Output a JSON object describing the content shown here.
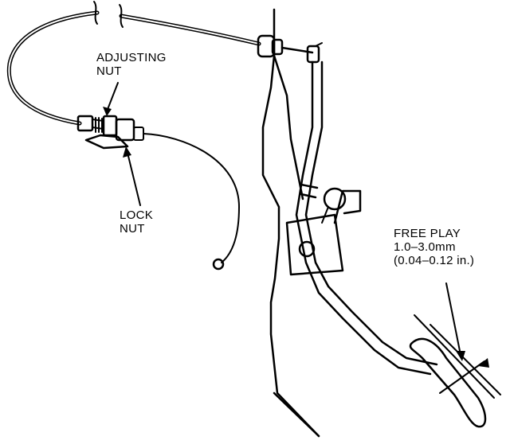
{
  "labels": {
    "adjusting_nut": [
      "ADJUSTING",
      "NUT"
    ],
    "lock_nut": [
      "LOCK",
      "NUT"
    ],
    "free_play": [
      "FREE PLAY",
      "1.0–3.0mm",
      "(0.04–0.12 in.)"
    ]
  },
  "colors": {
    "ink": "#000000",
    "paper": "#ffffff"
  }
}
